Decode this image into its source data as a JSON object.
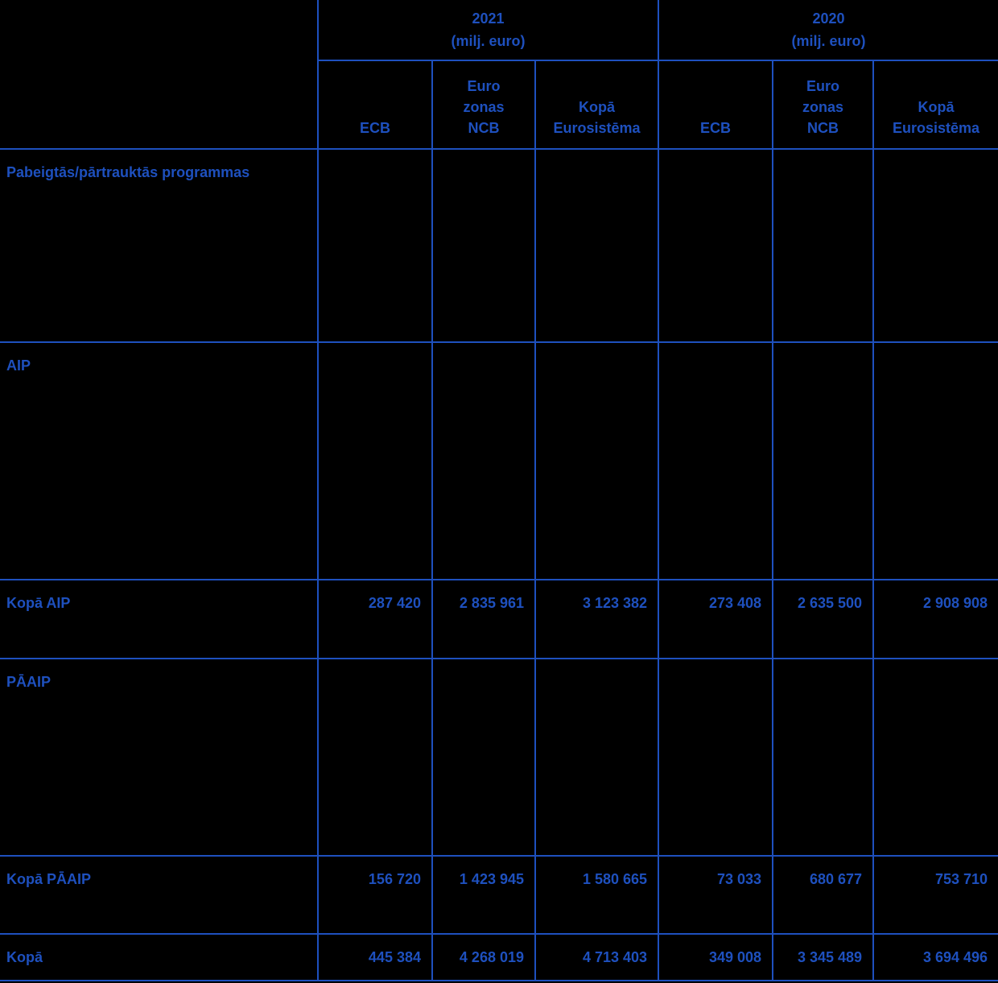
{
  "meta": {
    "background_color": "#000000",
    "accent_color": "#1e50be"
  },
  "table": {
    "year_groups": [
      {
        "title": "2021\n(milj. euro)"
      },
      {
        "title": "2020\n(milj. euro)"
      }
    ],
    "columns": [
      "ECB",
      "Euro\nzonas\nNCB",
      "Kopā\nEurosistēma",
      "ECB",
      "Euro\nzonas\nNCB",
      "Kopā\nEurosistēma"
    ],
    "rows": [
      {
        "label": "Pabeigtās/pārtrauktās programmas",
        "type": "section"
      },
      {
        "label": "AIP",
        "type": "section"
      },
      {
        "label": "Kopā AIP",
        "type": "total",
        "values": [
          "287 420",
          "2 835 961",
          "3 123 382",
          "273 408",
          "2 635 500",
          "2 908 908"
        ]
      },
      {
        "label": "PĀAIP",
        "type": "section"
      },
      {
        "label": "Kopā PĀAIP",
        "type": "total",
        "values": [
          "156 720",
          "1 423 945",
          "1 580 665",
          "73 033",
          "680 677",
          "753 710"
        ]
      },
      {
        "label": "Kopā",
        "type": "total",
        "values": [
          "445 384",
          "4 268 019",
          "4 713 403",
          "349 008",
          "3 345 489",
          "3 694 496"
        ]
      }
    ]
  }
}
